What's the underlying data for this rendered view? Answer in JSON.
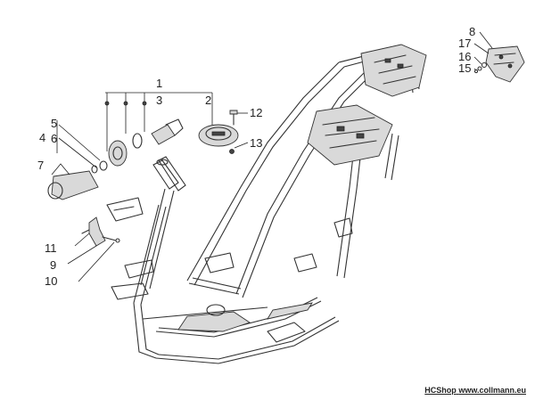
{
  "callouts": [
    "1",
    "2",
    "3",
    "4",
    "5",
    "6",
    "7",
    "8",
    "9",
    "10",
    "11",
    "12",
    "13",
    "15",
    "16",
    "17"
  ],
  "footer": {
    "shop": "HCShop",
    "url": "www.collmann.eu"
  }
}
